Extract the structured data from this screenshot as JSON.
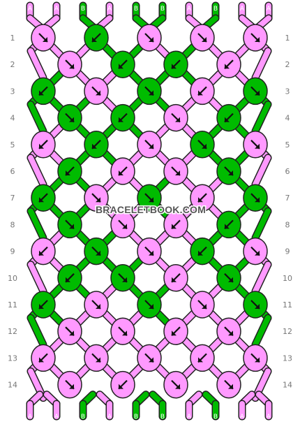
{
  "site": {
    "watermark": "BRACELETBOOK.COM"
  },
  "colors": {
    "A": "#ff99ff",
    "B": "#00bb00"
  },
  "strands": {
    "top": [
      "A",
      "A",
      "B",
      "A",
      "B",
      "B",
      "A",
      "B",
      "A",
      "A"
    ],
    "bottom": [
      "A",
      "A",
      "B",
      "A",
      "B",
      "B",
      "A",
      "B",
      "A",
      "A"
    ]
  },
  "rows": [
    {
      "number": "1",
      "knots": [
        {
          "color": "A",
          "arrow": "se"
        },
        {
          "color": "B",
          "arrow": "sw"
        },
        {
          "color": "A",
          "arrow": "se"
        },
        {
          "color": "A",
          "arrow": "se"
        },
        {
          "color": "A",
          "arrow": "se"
        }
      ]
    },
    {
      "number": "2",
      "knots": [
        {
          "color": "A",
          "arrow": "se"
        },
        {
          "color": "B",
          "arrow": "sw"
        },
        {
          "color": "B",
          "arrow": "sw"
        },
        {
          "color": "A",
          "arrow": "sw"
        }
      ]
    },
    {
      "number": "3",
      "knots": [
        {
          "color": "B",
          "arrow": "sw"
        },
        {
          "color": "A",
          "arrow": "se"
        },
        {
          "color": "B",
          "arrow": "se"
        },
        {
          "color": "A",
          "arrow": "sw"
        },
        {
          "color": "B",
          "arrow": "se"
        }
      ]
    },
    {
      "number": "4",
      "knots": [
        {
          "color": "B",
          "arrow": "se"
        },
        {
          "color": "B",
          "arrow": "sw"
        },
        {
          "color": "A",
          "arrow": "se"
        },
        {
          "color": "B",
          "arrow": "sw"
        }
      ]
    },
    {
      "number": "5",
      "knots": [
        {
          "color": "A",
          "arrow": "sw"
        },
        {
          "color": "B",
          "arrow": "sw"
        },
        {
          "color": "A",
          "arrow": "se"
        },
        {
          "color": "B",
          "arrow": "se"
        },
        {
          "color": "A",
          "arrow": "se"
        }
      ]
    },
    {
      "number": "6",
      "knots": [
        {
          "color": "B",
          "arrow": "sw"
        },
        {
          "color": "A",
          "arrow": "sw"
        },
        {
          "color": "A",
          "arrow": "se"
        },
        {
          "color": "B",
          "arrow": "se"
        }
      ]
    },
    {
      "number": "7",
      "knots": [
        {
          "color": "B",
          "arrow": "sw"
        },
        {
          "color": "A",
          "arrow": "se"
        },
        {
          "color": "B",
          "arrow": "se"
        },
        {
          "color": "A",
          "arrow": "sw"
        },
        {
          "color": "B",
          "arrow": "se"
        }
      ]
    },
    {
      "number": "8",
      "knots": [
        {
          "color": "B",
          "arrow": "se"
        },
        {
          "color": "A",
          "arrow": "se"
        },
        {
          "color": "A",
          "arrow": "sw"
        },
        {
          "color": "B",
          "arrow": "sw"
        }
      ]
    },
    {
      "number": "9",
      "knots": [
        {
          "color": "A",
          "arrow": "sw"
        },
        {
          "color": "B",
          "arrow": "se"
        },
        {
          "color": "A",
          "arrow": "se"
        },
        {
          "color": "B",
          "arrow": "sw"
        },
        {
          "color": "A",
          "arrow": "se"
        }
      ]
    },
    {
      "number": "10",
      "knots": [
        {
          "color": "B",
          "arrow": "sw"
        },
        {
          "color": "B",
          "arrow": "se"
        },
        {
          "color": "A",
          "arrow": "sw"
        },
        {
          "color": "B",
          "arrow": "se"
        }
      ]
    },
    {
      "number": "11",
      "knots": [
        {
          "color": "B",
          "arrow": "sw"
        },
        {
          "color": "A",
          "arrow": "se"
        },
        {
          "color": "B",
          "arrow": "se"
        },
        {
          "color": "A",
          "arrow": "se"
        },
        {
          "color": "B",
          "arrow": "se"
        }
      ]
    },
    {
      "number": "12",
      "knots": [
        {
          "color": "A",
          "arrow": "se"
        },
        {
          "color": "A",
          "arrow": "se"
        },
        {
          "color": "A",
          "arrow": "sw"
        },
        {
          "color": "A",
          "arrow": "se"
        }
      ]
    },
    {
      "number": "13",
      "knots": [
        {
          "color": "A",
          "arrow": "sw"
        },
        {
          "color": "A",
          "arrow": "se"
        },
        {
          "color": "A",
          "arrow": "se"
        },
        {
          "color": "A",
          "arrow": "sw"
        },
        {
          "color": "A",
          "arrow": "se"
        }
      ]
    },
    {
      "number": "14",
      "knots": [
        {
          "color": "A",
          "arrow": "se"
        },
        {
          "color": "A",
          "arrow": "sw"
        },
        {
          "color": "A",
          "arrow": "se"
        },
        {
          "color": "A",
          "arrow": "se"
        }
      ]
    }
  ]
}
